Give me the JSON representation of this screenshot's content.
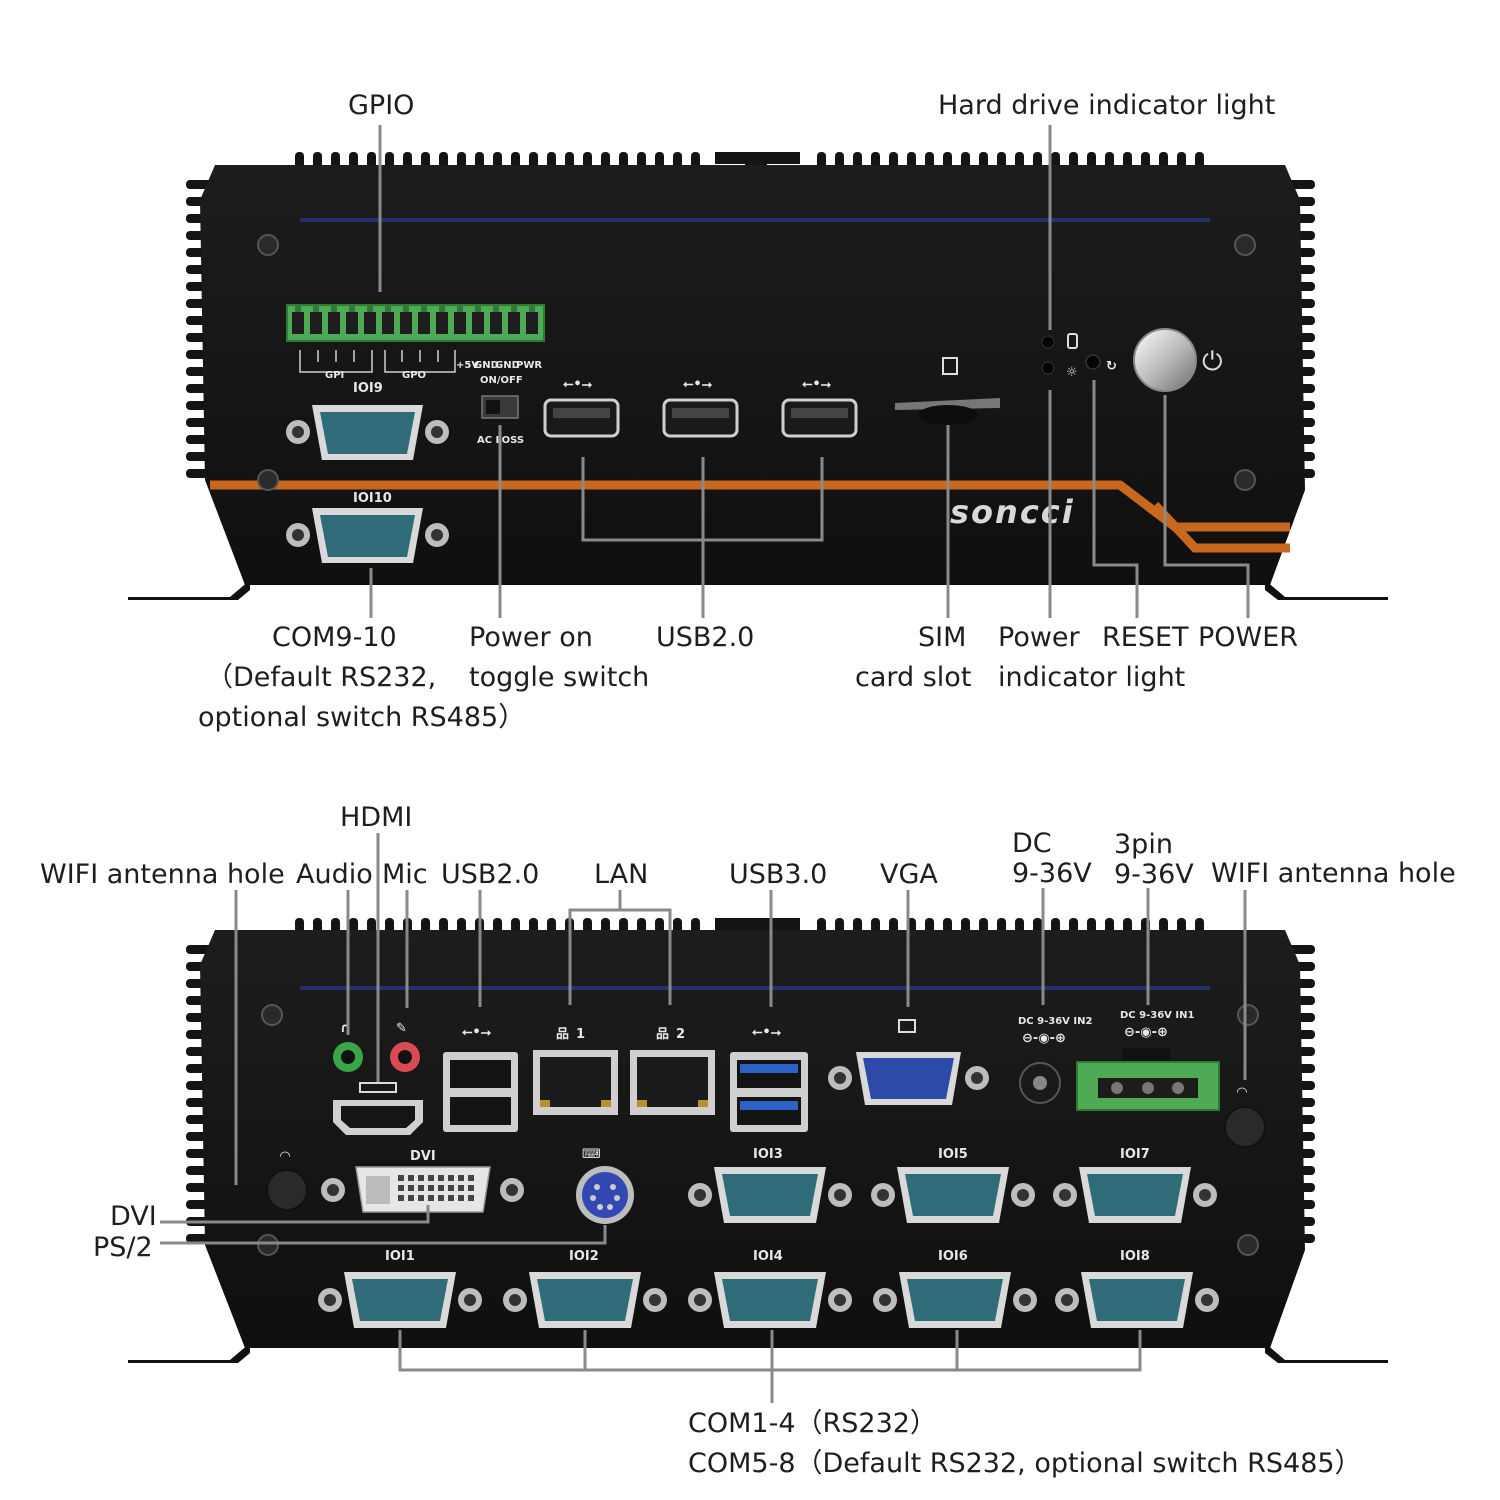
{
  "brand": "soncci",
  "panels": {
    "front": {
      "labels": {
        "gpio": "GPIO",
        "hdd_light": "Hard drive indicator light",
        "com9_10_l1": "COM9-10",
        "com9_10_l2": "（Default RS232,",
        "com9_10_l3": "optional switch RS485）",
        "power_on_l1": "Power on",
        "power_on_l2": "toggle switch",
        "usb20": "USB2.0",
        "sim_l1": "SIM",
        "sim_l2": "card slot",
        "power_light_l1": "Power",
        "power_light_l2": "indicator light",
        "reset": "RESET",
        "power": "POWER"
      },
      "port_marks": {
        "gpi": "GPI",
        "gpo": "GPO",
        "v5": "+5V",
        "gnd1": "GND",
        "gnd2": "GND",
        "pwr": "PWR",
        "on_off": "ON/OFF",
        "ac_loss": "AC LOSS",
        "ioi9": "IOI9",
        "ioi10": "IOI10"
      }
    },
    "rear": {
      "labels": {
        "hdmi": "HDMI",
        "wifi_left": "WIFI antenna hole",
        "audio": "Audio",
        "mic": "Mic",
        "usb20": "USB2.0",
        "lan": "LAN",
        "usb30": "USB3.0",
        "vga": "VGA",
        "dc_l1": "DC",
        "dc_l2": "9-36V",
        "pin3_l1": "3pin",
        "pin3_l2": "9-36V",
        "wifi_right": "WIFI antenna hole",
        "dvi": "DVI",
        "ps2": "PS/2",
        "com_l1": "COM1-4（RS232）",
        "com_l2": "COM5-8（Default RS232, optional switch RS485）"
      },
      "port_marks": {
        "dvi": "DVI",
        "dc1": "DC 9-36V IN2",
        "dc2": "DC 9-36V IN1",
        "lan1": "1",
        "lan2": "2",
        "ioi1": "IOI1",
        "ioi2": "IOI2",
        "ioi3": "IOI3",
        "ioi4": "IOI4",
        "ioi5": "IOI5",
        "ioi6": "IOI6",
        "ioi7": "IOI7",
        "ioi8": "IOI8"
      }
    }
  },
  "colors": {
    "chassis": "#161616",
    "stripe": "#c8671e",
    "terminal": "#4faa55",
    "db9": "#2f6b78",
    "vga": "#2d4aa8",
    "usb3": "#2f62c6",
    "audio": "#3aa64a",
    "mic": "#d94a55"
  }
}
